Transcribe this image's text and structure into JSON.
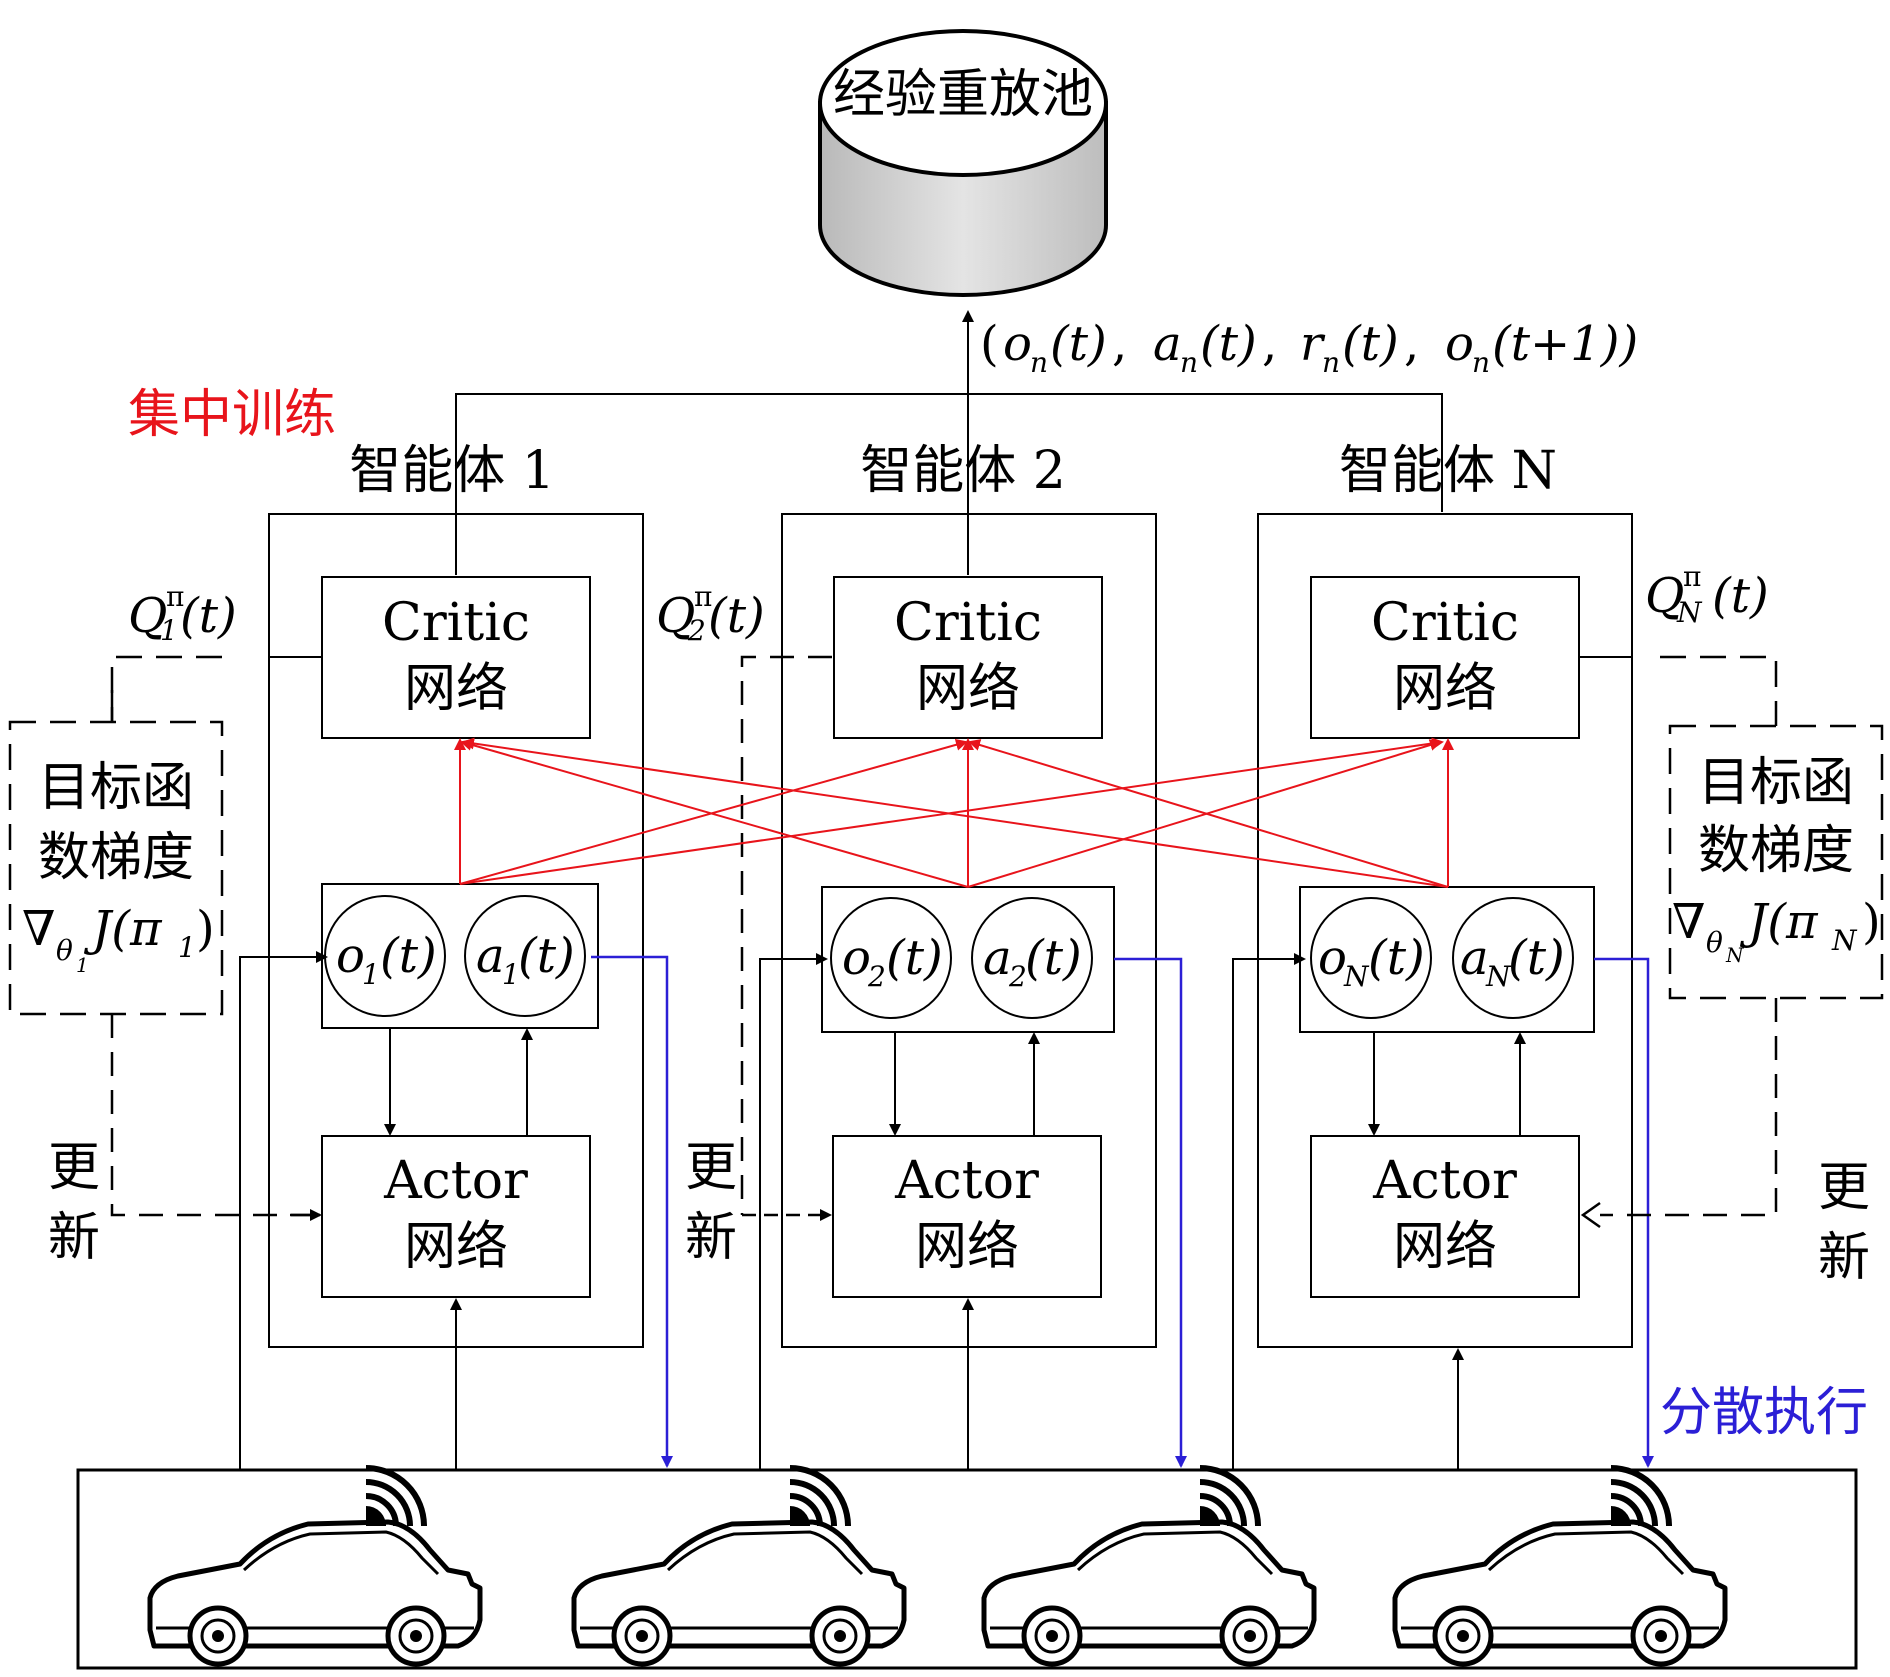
{
  "replay_pool": {
    "label": "经验重放池"
  },
  "tuple": {
    "open": "(",
    "o": "o",
    "a": "a",
    "r": "r",
    "sub_n": "n",
    "t": "(t)",
    "comma": ",",
    "t1": "(t+1))"
  },
  "labels": {
    "centralized_training": "集中训练",
    "decentralized_execution": "分散执行",
    "update_top": "更",
    "update_bottom": "新"
  },
  "agents": [
    {
      "title": "智能体 1",
      "critic_line1": "Critic",
      "critic_line2": "网络",
      "actor_line1": "Actor",
      "actor_line2": "网络",
      "sub": "1",
      "q_label": "Q",
      "q_sup": "π",
      "q_arg": "(t)"
    },
    {
      "title": "智能体 2",
      "critic_line1": "Critic",
      "critic_line2": "网络",
      "actor_line1": "Actor",
      "actor_line2": "网络",
      "sub": "2",
      "q_label": "Q",
      "q_sup": "π",
      "q_arg": "(t)"
    },
    {
      "title": "智能体 N",
      "critic_line1": "Critic",
      "critic_line2": "网络",
      "actor_line1": "Actor",
      "actor_line2": "网络",
      "sub": "N",
      "q_label": "Q",
      "q_sup": "π",
      "q_arg": "(t)"
    }
  ],
  "obs_symbol": "o",
  "act_symbol": "a",
  "time_arg": "(t)",
  "gradient_box": {
    "line1": "目标函",
    "line2": "数梯度",
    "nabla": "∇",
    "theta": "θ",
    "J": "J(π",
    "close": ")"
  },
  "gradient_subs": [
    "1",
    "N"
  ],
  "colors": {
    "red": "#e8141b",
    "blue": "#2b1fd6",
    "black": "#000000"
  },
  "vehicles": [
    "car-icon",
    "car-icon",
    "car-icon",
    "car-icon"
  ]
}
